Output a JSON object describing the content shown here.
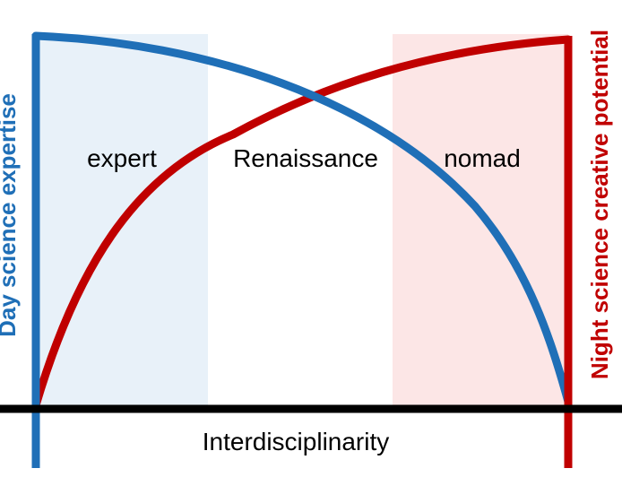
{
  "labels": {
    "left_axis": "Day science expertise",
    "right_axis": "Night science creative potential",
    "x_axis": "Interdisciplinarity",
    "region_left": "expert",
    "region_middle": "Renaissance",
    "region_right": "nomad"
  },
  "colors": {
    "blue": "#1f6fb7",
    "red": "#c00000",
    "blue_shade": "#e8f1f9",
    "red_shade": "#fce6e6",
    "axis": "#000000",
    "text": "#000000"
  }
}
